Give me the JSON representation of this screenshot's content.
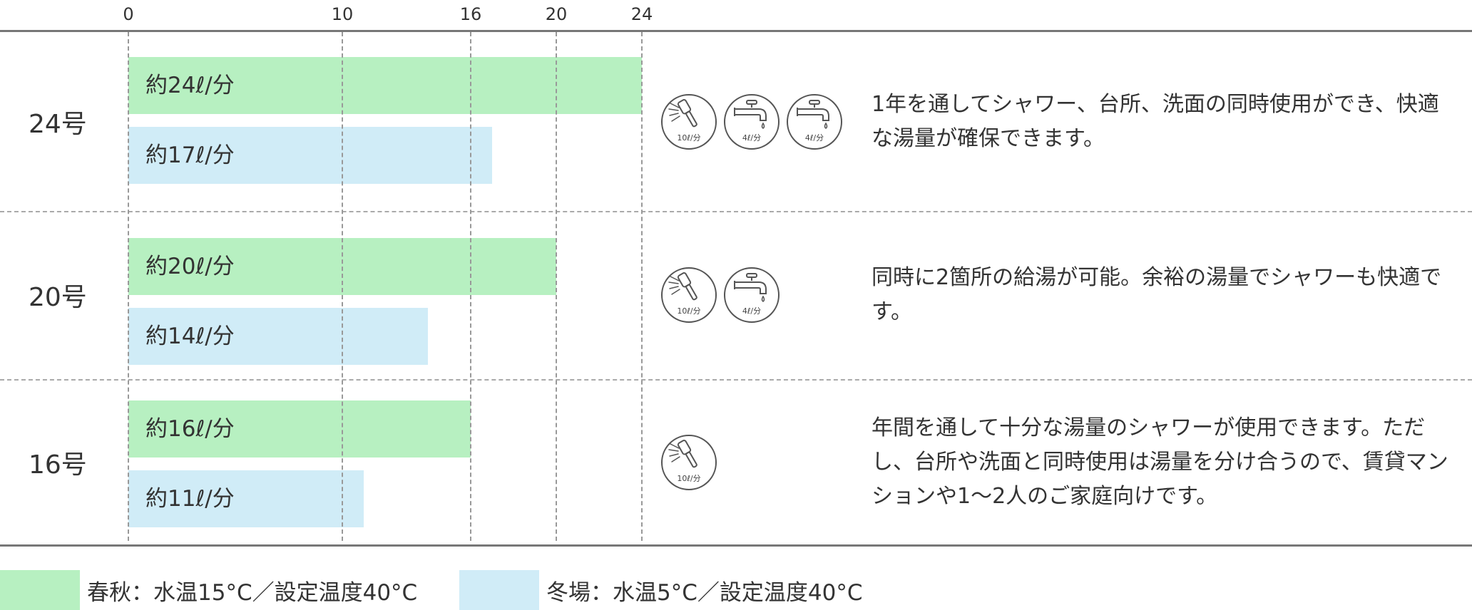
{
  "chart_data": {
    "type": "bar",
    "orientation": "horizontal",
    "xlim": [
      0,
      24
    ],
    "x_ticks": [
      0,
      10,
      16,
      20,
      24
    ],
    "categories": [
      "24号",
      "20号",
      "16号"
    ],
    "series": [
      {
        "name": "春秋：水温15°C／設定温度40°C",
        "color": "#b7f0c1",
        "values": [
          24,
          20,
          16
        ],
        "labels": [
          "約24ℓ/分",
          "約20ℓ/分",
          "約16ℓ/分"
        ]
      },
      {
        "name": "冬場：水温5°C／設定温度40°C",
        "color": "#d0ecf7",
        "values": [
          17,
          14,
          11
        ],
        "labels": [
          "約17ℓ/分",
          "約14ℓ/分",
          "約11ℓ/分"
        ]
      }
    ],
    "grid": "vertical dashed",
    "legend_position": "bottom-left"
  },
  "rows": [
    {
      "label": "24号",
      "icons": [
        {
          "name": "shower-icon",
          "caption": "10ℓ/分"
        },
        {
          "name": "faucet-icon",
          "caption": "4ℓ/分"
        },
        {
          "name": "faucet-icon",
          "caption": "4ℓ/分"
        }
      ],
      "description": "1年を通してシャワー、台所、洗面の同時使用ができ、快適な湯量が確保できます。"
    },
    {
      "label": "20号",
      "icons": [
        {
          "name": "shower-icon",
          "caption": "10ℓ/分"
        },
        {
          "name": "faucet-icon",
          "caption": "4ℓ/分"
        }
      ],
      "description": "同時に2箇所の給湯が可能。余裕の湯量でシャワーも快適です。"
    },
    {
      "label": "16号",
      "icons": [
        {
          "name": "shower-icon",
          "caption": "10ℓ/分"
        }
      ],
      "description": "年間を通して十分な湯量のシャワーが使用できます。ただし、台所や洗面と同時使用は湯量を分け合うので、賃貸マンションや1〜2人のご家庭向けです。"
    }
  ]
}
